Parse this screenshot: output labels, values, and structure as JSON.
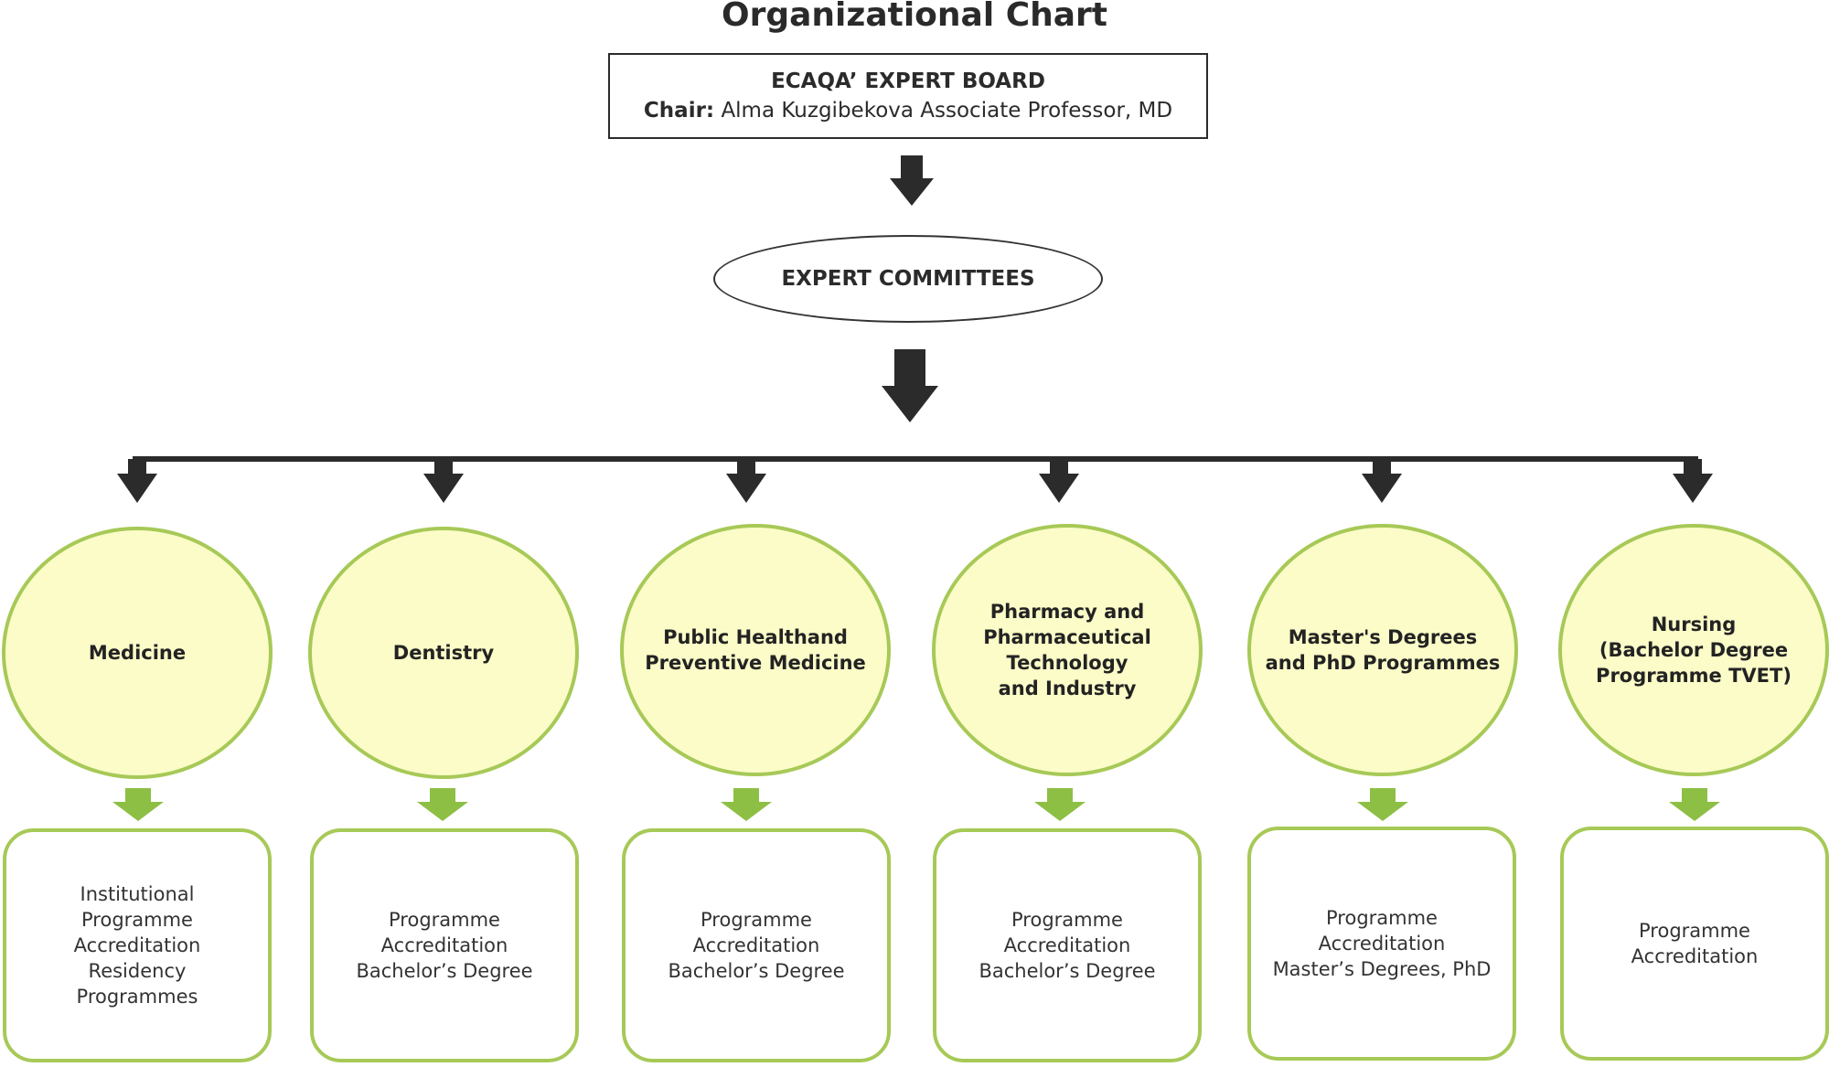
{
  "title": "Organizational Chart",
  "board": {
    "name": "ECAQA’ EXPERT BOARD",
    "chair_label": "Chair:",
    "chair_name": "Alma Kuzgibekova Associate Professor, MD"
  },
  "committees": "EXPERT COMMITTEES",
  "colors": {
    "accent_green": "#a7c957",
    "circle_fill": "#fbfcc8",
    "arrow_dark": "#2b2b2b",
    "arrow_green": "#8dbf45"
  },
  "branches": [
    {
      "name": "Medicine",
      "description": "Institutional\nProgramme\nAccreditation\nResidency\nProgrammes"
    },
    {
      "name": "Dentistry",
      "description": "Programme\nAccreditation\nBachelor’s Degree"
    },
    {
      "name": "Public Healthand\nPreventive Medicine",
      "description": "Programme\nAccreditation\nBachelor’s Degree"
    },
    {
      "name": "Pharmacy and\nPharmaceutical\nTechnology\nand Industry",
      "description": "Programme\nAccreditation\nBachelor’s Degree"
    },
    {
      "name": "Master's Degrees\nand PhD Programmes",
      "description": "Programme\nAccreditation\nMaster’s Degrees, PhD"
    },
    {
      "name": "Nursing\n(Bachelor Degree\nProgramme TVET)",
      "description": "Programme\nAccreditation"
    }
  ]
}
